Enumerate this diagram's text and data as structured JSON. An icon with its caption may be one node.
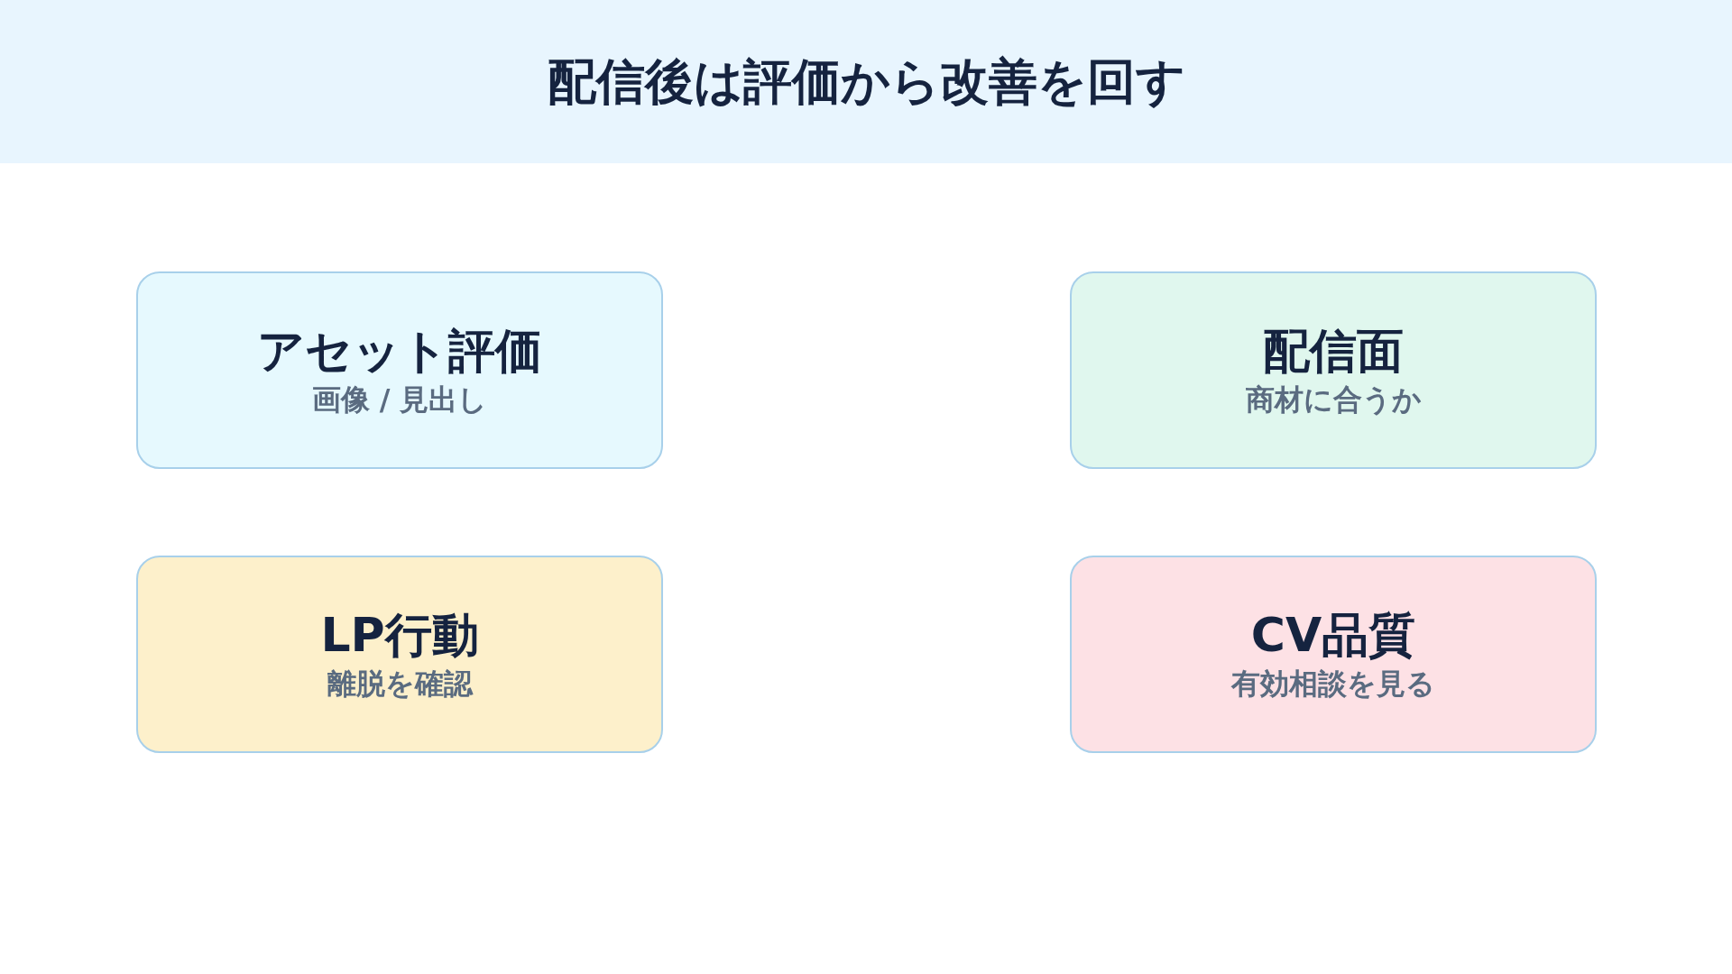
{
  "diagram": {
    "title": "配信後は評価から改善を回す",
    "nodes": [
      {
        "text": [
          "アセット評価",
          "画像 / 見出し"
        ]
      },
      {
        "text": [
          "配信面",
          "商材に合うか"
        ]
      },
      {
        "text": [
          "LP行動",
          "離脱を確認"
        ]
      },
      {
        "text": [
          "CV品質",
          "有効相談を見る"
        ]
      }
    ]
  }
}
